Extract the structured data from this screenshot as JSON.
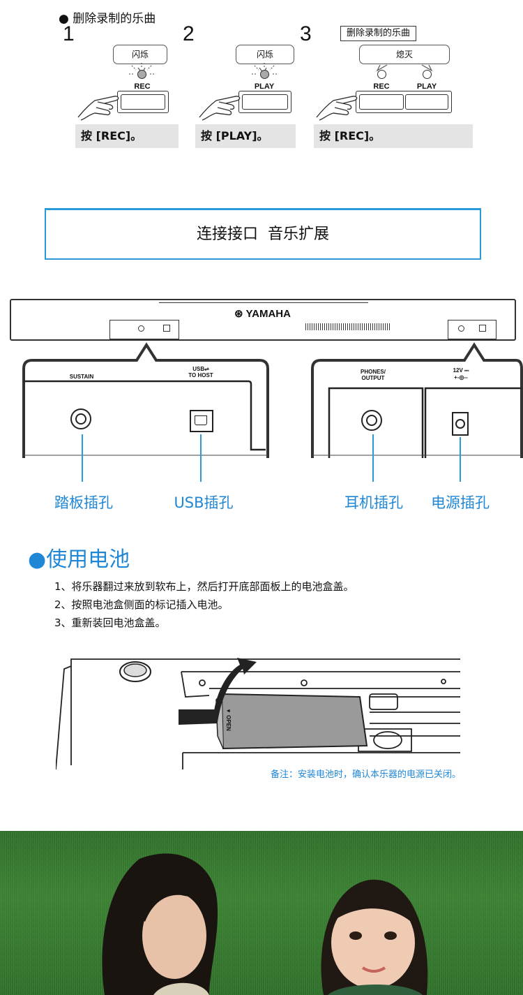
{
  "delete_song": {
    "heading": "删除录制的乐曲",
    "steps": [
      {
        "number": "1",
        "bubble": "闪烁",
        "button_label": "REC",
        "press_text": "按 [REC]。"
      },
      {
        "number": "2",
        "bubble": "闪烁",
        "button_label": "PLAY",
        "press_text": "按 [PLAY]。"
      },
      {
        "number": "3",
        "title_box": "删除录制的乐曲",
        "bubble": "熄灭",
        "button_labels": [
          "REC",
          "PLAY"
        ],
        "press_text": "按 [REC]。"
      }
    ]
  },
  "banner": {
    "title": "连接接口  音乐扩展"
  },
  "piano": {
    "brand": "YAMAHA",
    "left_panel": {
      "sustain": "SUSTAIN",
      "usb_top": "USB",
      "usb_bottom": "TO HOST"
    },
    "right_panel": {
      "phones_top": "PHONES/",
      "phones_bottom": "OUTPUT",
      "dc": "12V"
    }
  },
  "ports": [
    "踏板插孔",
    "USB插孔",
    "耳机插孔",
    "电源插孔"
  ],
  "battery": {
    "title": "使用电池",
    "instructions": [
      "1、将乐器翻过来放到软布上，然后打开底部面板上的电池盒盖。",
      "2、按照电池盒侧面的标记插入电池。",
      "3、重新装回电池盒盖。"
    ],
    "open_label": "OPEN",
    "note": "备注：安装电池时，确认本乐器的电源已关闭。"
  }
}
